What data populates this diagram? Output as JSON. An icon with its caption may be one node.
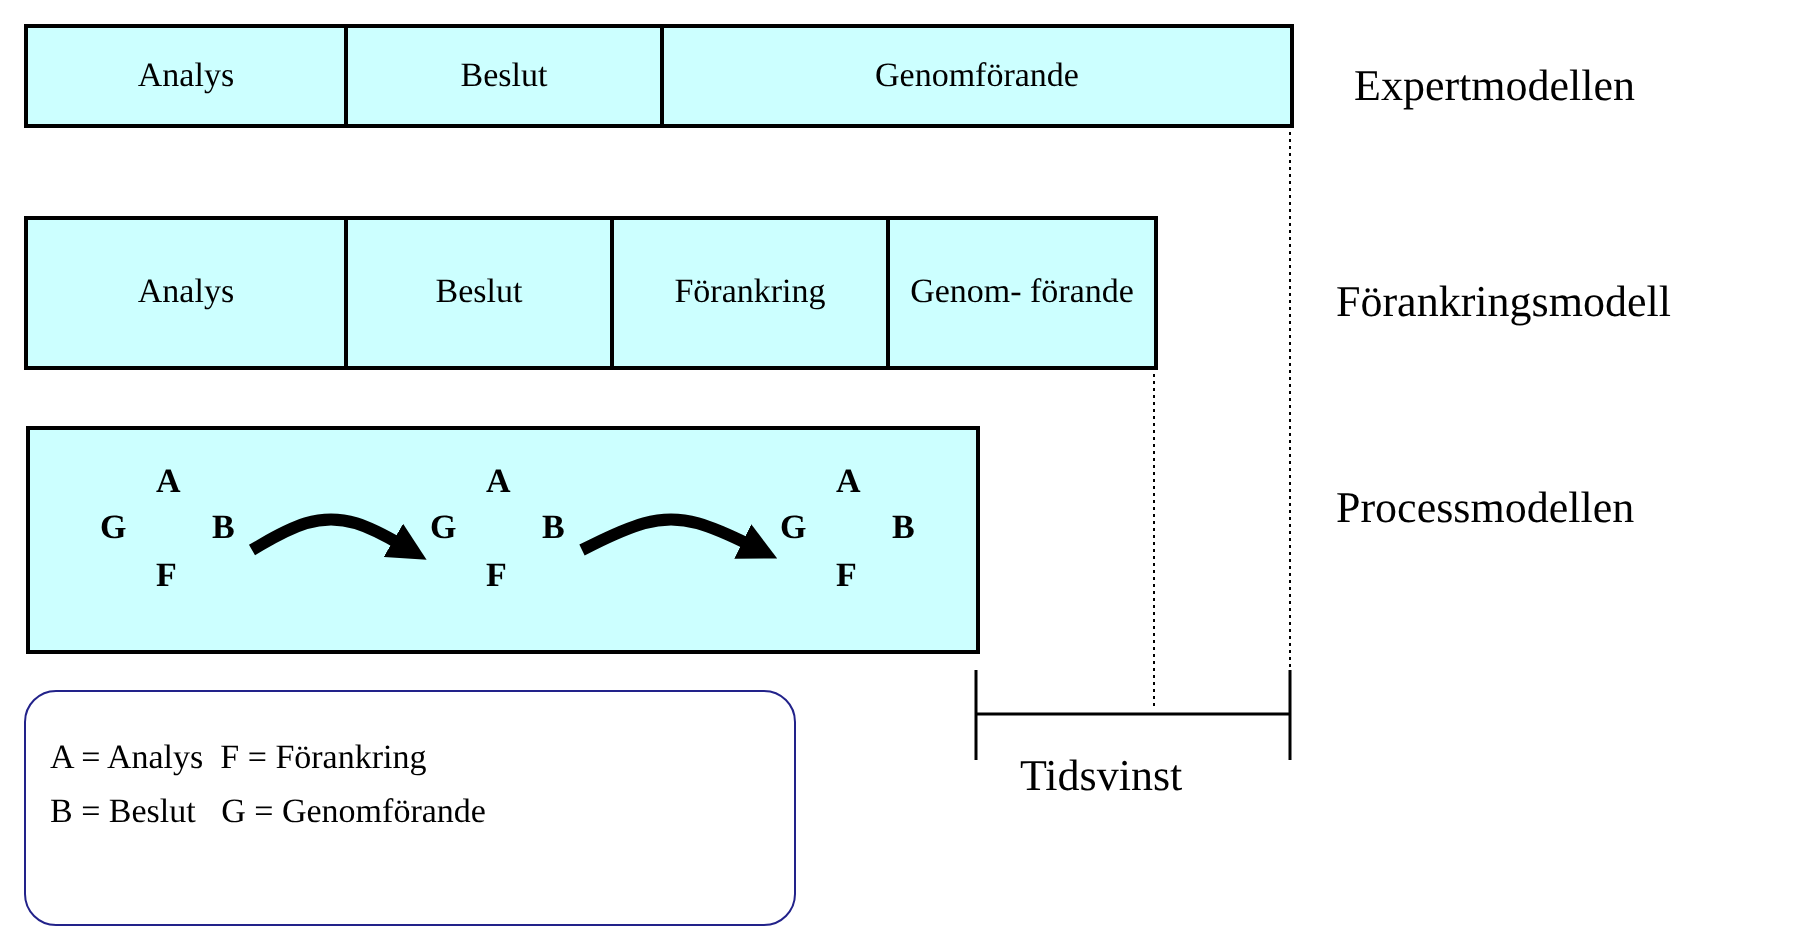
{
  "diagram": {
    "nodes": [
      {
        "text": [
          "Analys"
        ]
      },
      {
        "text": [
          "Beslut"
        ]
      },
      {
        "text": [
          "Genomförande"
        ]
      },
      {
        "text": [
          "Analys"
        ]
      },
      {
        "text": [
          "Beslut"
        ]
      },
      {
        "text": [
          "Förankring"
        ]
      },
      {
        "text": [
          "Genom- förande"
        ]
      },
      {
        "text": [],
        "shape": "box"
      },
      {
        "text": [
          "A",
          "G",
          "B",
          "F"
        ],
        "in": 7
      },
      {
        "text": [
          "A",
          "G",
          "B",
          "F"
        ],
        "in": 7
      },
      {
        "text": [
          "A",
          "G",
          "B",
          "F"
        ],
        "in": 7
      },
      {
        "text": [
          "A = Analys  F = Förankring",
          "B = Beslut   G = Genomförande"
        ]
      }
    ],
    "edges": [
      {
        "from": 8,
        "to": 9,
        "arrow": "to"
      },
      {
        "from": 9,
        "to": 10,
        "arrow": "to"
      }
    ],
    "labels": [
      "Expertmodellen",
      "Förankringsmodell",
      "Processmodellen",
      "Tidsvinst"
    ]
  }
}
